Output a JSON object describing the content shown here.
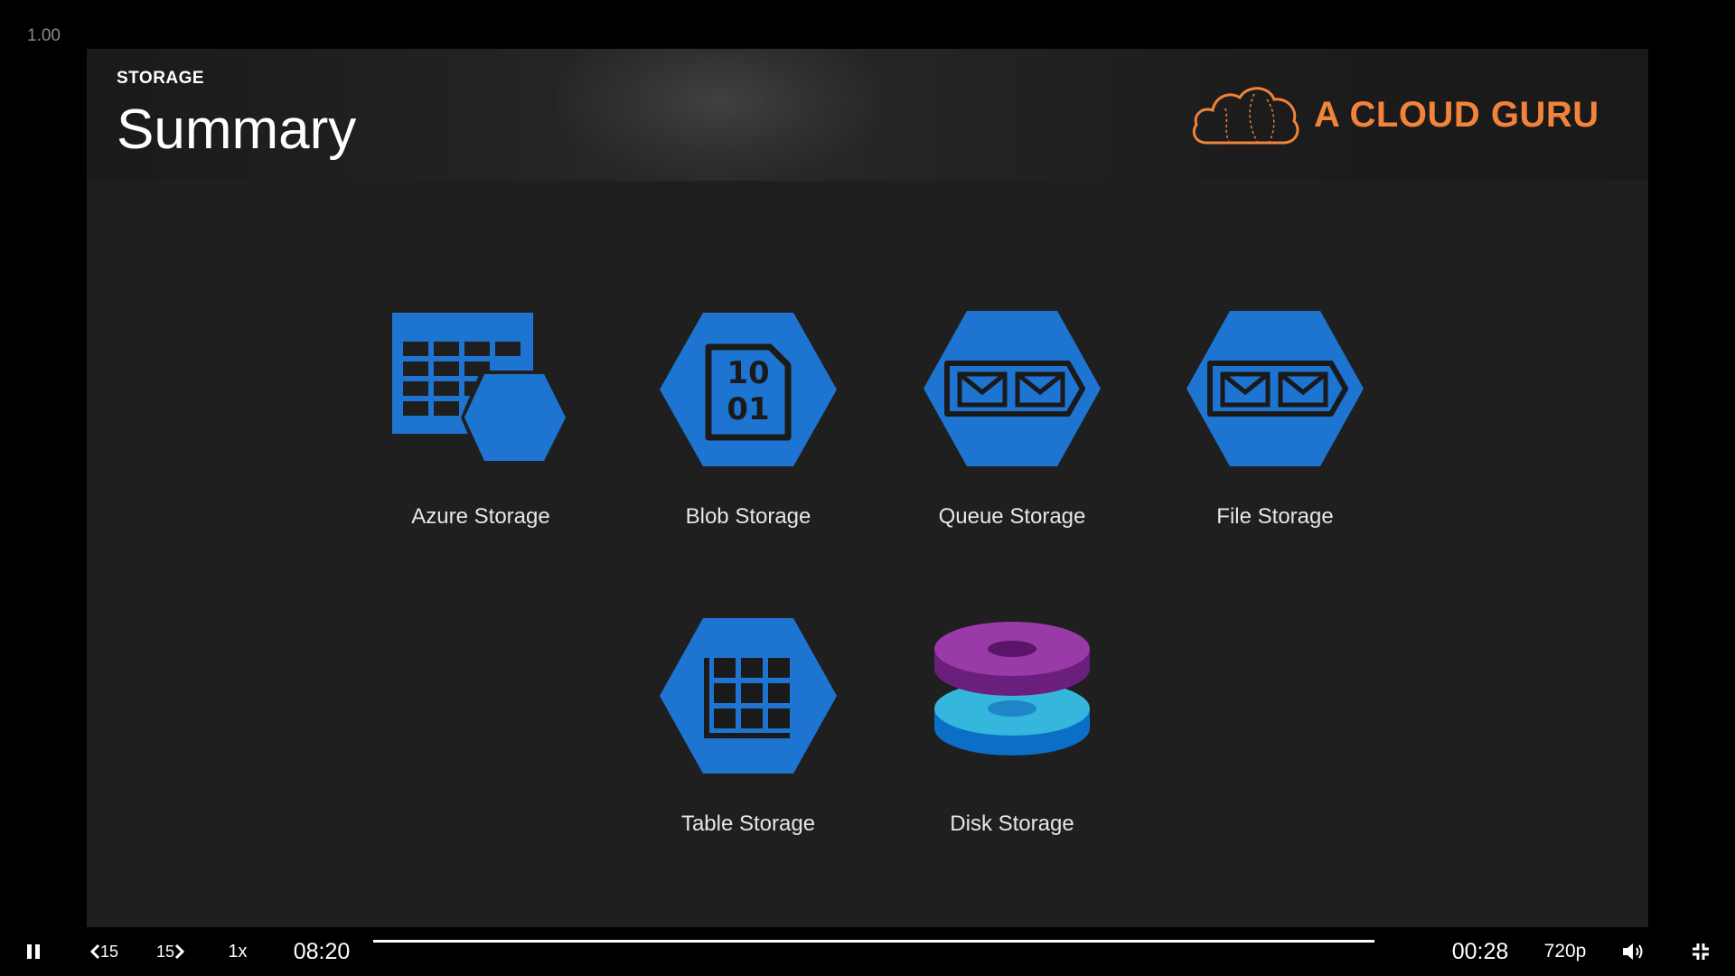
{
  "zoom_level": "1.00",
  "slide": {
    "section": "STORAGE",
    "title": "Summary",
    "brand": "A CLOUD GURU",
    "services": [
      {
        "label": "Azure Storage",
        "icon": "azure-storage-icon"
      },
      {
        "label": "Blob Storage",
        "icon": "blob-storage-icon",
        "icon_text_1": "10",
        "icon_text_2": "01"
      },
      {
        "label": "Queue Storage",
        "icon": "queue-storage-icon"
      },
      {
        "label": "File Storage",
        "icon": "file-storage-icon"
      },
      {
        "label": "Table Storage",
        "icon": "table-storage-icon"
      },
      {
        "label": "Disk Storage",
        "icon": "disk-storage-icon"
      }
    ]
  },
  "player": {
    "rewind_label": "15",
    "forward_label": "15",
    "speed": "1x",
    "elapsed": "08:20",
    "remaining": "00:28",
    "quality": "720p",
    "progress": 1.0
  },
  "colors": {
    "azure_blue": "#1e74d1",
    "brand_orange": "#f1833a",
    "disk_purple": "#8c2f9b",
    "disk_cyan": "#35b6dc",
    "slide_bg": "#1f1f1f"
  }
}
